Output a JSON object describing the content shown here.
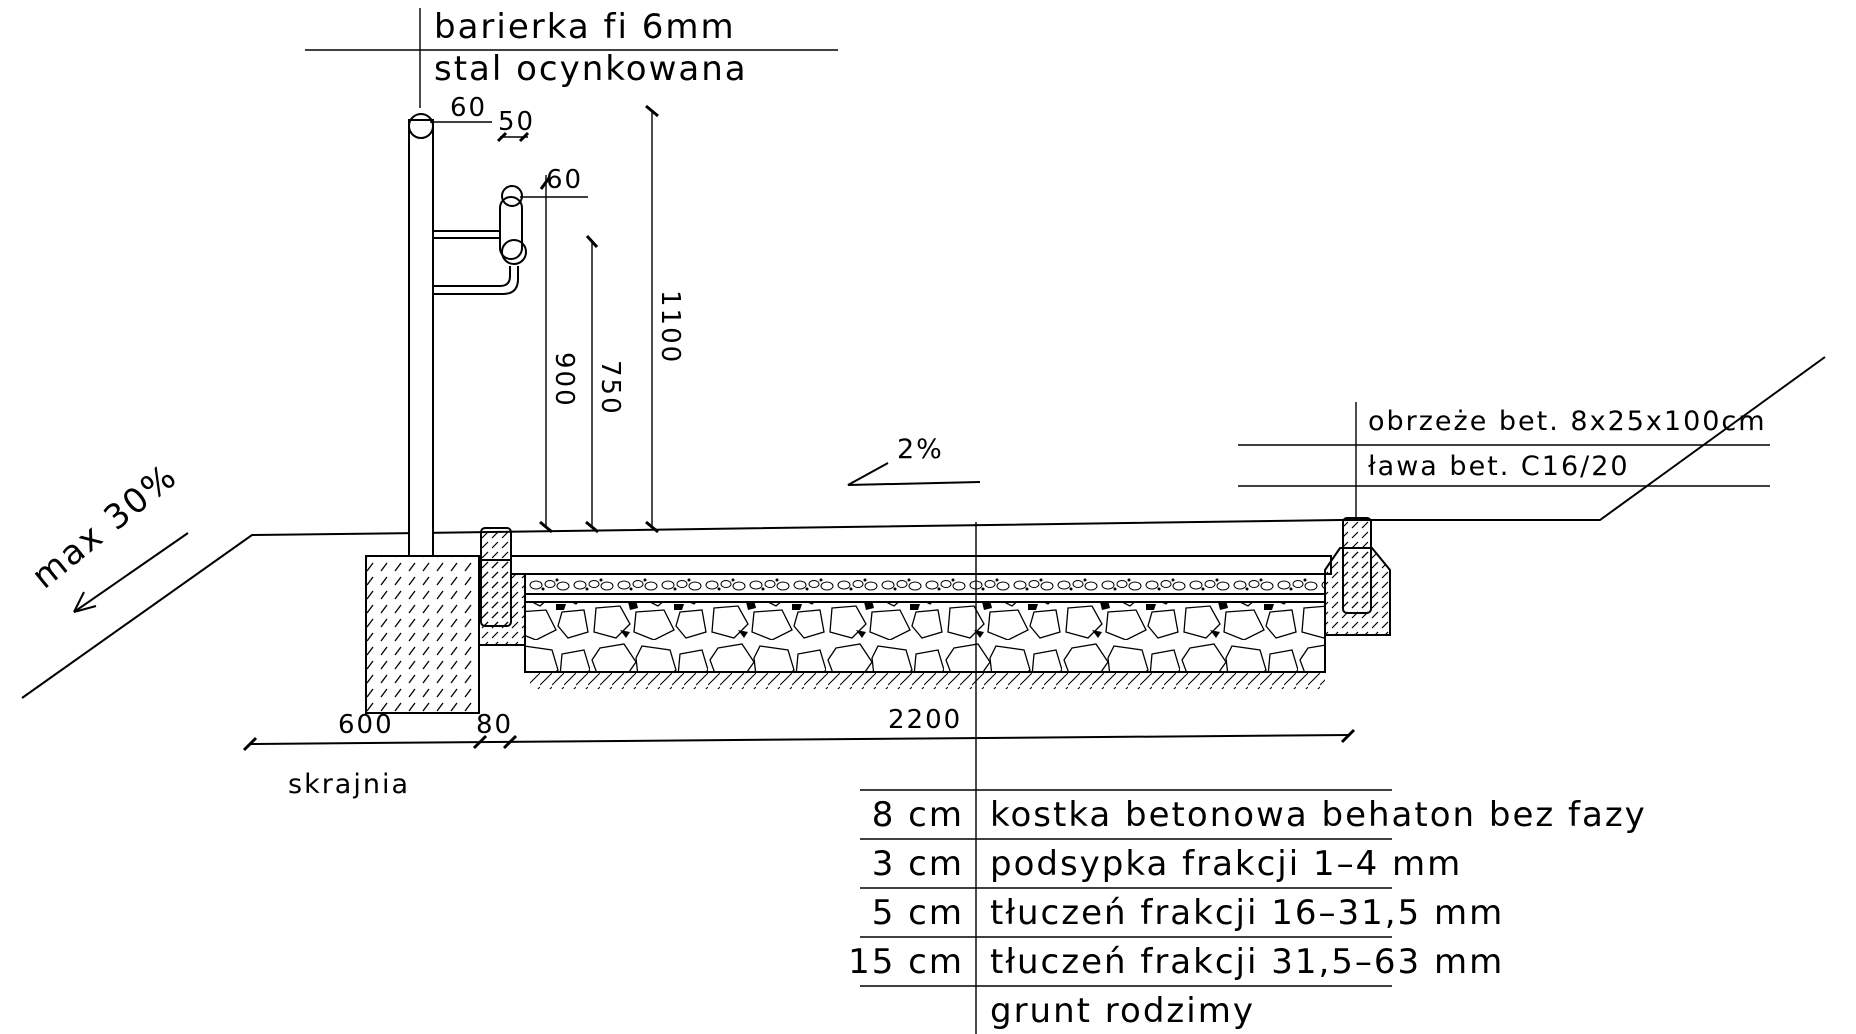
{
  "colors": {
    "ink": "#000000",
    "background": "#ffffff"
  },
  "labels": {
    "railing_line1": "barierka fi 6mm",
    "railing_line2": "stal ocynkowana",
    "slope_left": "max 30%",
    "slope_path": "2%",
    "curb_line1": "obrzeże bet. 8x25x100cm",
    "curb_line2": "ława bet. C16/20",
    "clearance": "skrajnia",
    "subgrade": "grunt rodzimy"
  },
  "dimensions": {
    "rail_top_offset": "60",
    "rail_gap": "50",
    "handrail_offset": "60",
    "height_handrail": "900",
    "height_lower": "750",
    "height_top": "1100",
    "width_foundation": "600",
    "width_curb": "80",
    "width_path": "2200"
  },
  "layers": [
    {
      "thickness": "8 cm",
      "description": "kostka betonowa behaton bez fazy"
    },
    {
      "thickness": "3 cm",
      "description": "podsypka frakcji 1–4 mm"
    },
    {
      "thickness": "5 cm",
      "description": "tłuczeń frakcji 16–31,5 mm"
    },
    {
      "thickness": "15 cm",
      "description": "tłuczeń frakcji 31,5–63 mm"
    }
  ]
}
